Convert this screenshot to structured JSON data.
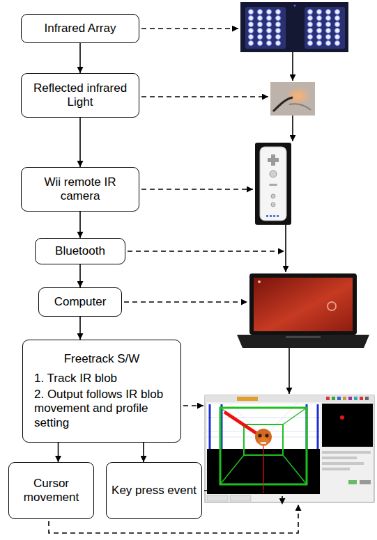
{
  "diagram": {
    "nodes": [
      {
        "text": [
          "Infrared Array"
        ]
      },
      {
        "text": [
          "Reflected infrared Light"
        ]
      },
      {
        "text": [
          "Wii remote IR camera"
        ]
      },
      {
        "text": [
          "Bluetooth"
        ]
      },
      {
        "text": [
          "Computer"
        ]
      },
      {
        "text": [
          "Freetrack S/W",
          "1. Track IR blob",
          "2. Output follows IR blob movement and profile setting"
        ]
      },
      {
        "text": [
          "Cursor movement"
        ]
      },
      {
        "text": [
          "Key press event"
        ]
      }
    ],
    "edges": [
      {
        "from": 0,
        "to": 1,
        "arrow": "to"
      },
      {
        "from": 1,
        "to": 2,
        "arrow": "to"
      },
      {
        "from": 2,
        "to": 3,
        "arrow": "to"
      },
      {
        "from": 3,
        "to": 4,
        "arrow": "to"
      },
      {
        "from": 4,
        "to": 5,
        "arrow": "to"
      },
      {
        "from": 5,
        "to": 6,
        "arrow": "to"
      },
      {
        "from": 5,
        "to": 7,
        "arrow": "to"
      }
    ]
  }
}
